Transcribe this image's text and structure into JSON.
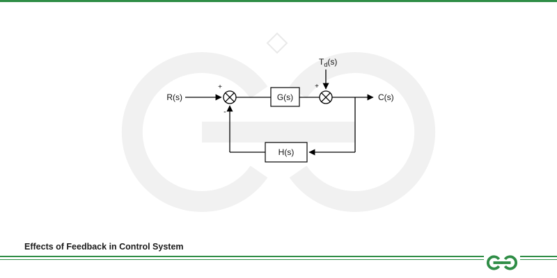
{
  "diagram": {
    "labels": {
      "input": "R(s)",
      "output": "C(s)",
      "disturbance_main": "T",
      "disturbance_sub": "d",
      "disturbance_suffix": "(s)",
      "forward_block": "G(s)",
      "feedback_block": "H(s)"
    },
    "signs": {
      "sum1_plus": "+",
      "sum1_minus": "-",
      "sum2_plus": "+"
    }
  },
  "footer": {
    "caption": "Effects of Feedback in Control System"
  },
  "icons": {
    "logo": "geeksforgeeks-logo"
  },
  "colors": {
    "brand_green": "#2F8D46",
    "diagram_black": "#000000",
    "watermark_gray": "#f1f1f1"
  }
}
